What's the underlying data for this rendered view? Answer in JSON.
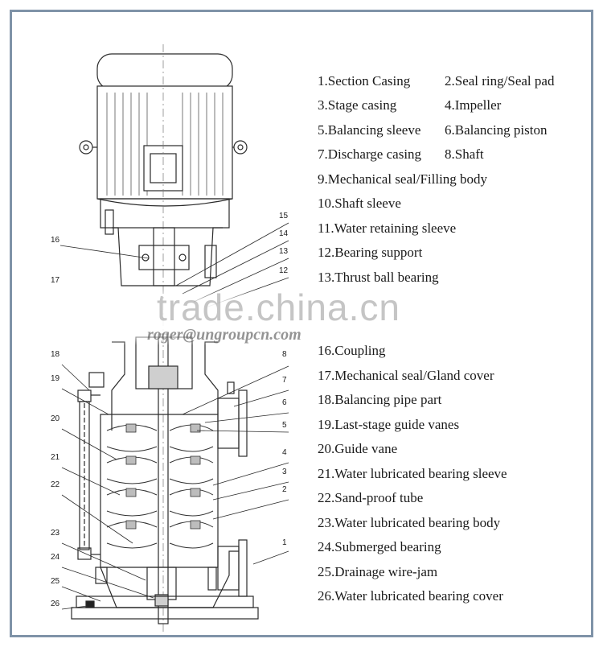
{
  "legend": [
    {
      "id": "1",
      "text": "1.Section Casing",
      "second": "2.Seal ring/Seal pad"
    },
    {
      "id": "3",
      "text": "3.Stage casing",
      "second": "4.Impeller"
    },
    {
      "id": "5",
      "text": "5.Balancing sleeve",
      "second": "6.Balancing  piston"
    },
    {
      "id": "7",
      "text": "7.Discharge casing",
      "second": "8.Shaft"
    },
    {
      "id": "9",
      "text": "9.Mechanical seal/Filling body"
    },
    {
      "id": "10",
      "text": "10.Shaft sleeve"
    },
    {
      "id": "11",
      "text": "11.Water retaining sleeve"
    },
    {
      "id": "12",
      "text": "12.Bearing support"
    },
    {
      "id": "13",
      "text": "13.Thrust ball bearing"
    },
    {
      "id": "16",
      "text": "16.Coupling"
    },
    {
      "id": "17",
      "text": "17.Mechanical seal/Gland cover"
    },
    {
      "id": "18",
      "text": "18.Balancing pipe part"
    },
    {
      "id": "19",
      "text": "19.Last-stage guide vanes"
    },
    {
      "id": "20",
      "text": "20.Guide vane"
    },
    {
      "id": "21",
      "text": "21.Water lubricated bearing sleeve"
    },
    {
      "id": "22",
      "text": "22.Sand-proof tube"
    },
    {
      "id": "23",
      "text": "23.Water lubricated bearing body"
    },
    {
      "id": "24",
      "text": "24.Submerged bearing"
    },
    {
      "id": "25",
      "text": "25.Drainage wire-jam"
    },
    {
      "id": "26",
      "text": "26.Water lubricated bearing cover"
    }
  ],
  "callouts": {
    "c1": "1",
    "c2": "2",
    "c3": "3",
    "c4": "4",
    "c5": "5",
    "c6": "6",
    "c7": "7",
    "c8": "8",
    "c12": "12",
    "c13": "13",
    "c14": "14",
    "c15": "15",
    "c16": "16",
    "c17": "17",
    "c18": "18",
    "c19": "19",
    "c20": "20",
    "c21": "21",
    "c22": "22",
    "c23": "23",
    "c24": "24",
    "c25": "25",
    "c26": "26"
  },
  "watermark": {
    "main": "trade.china.cn",
    "email": "roger@ungroupcn.com"
  }
}
